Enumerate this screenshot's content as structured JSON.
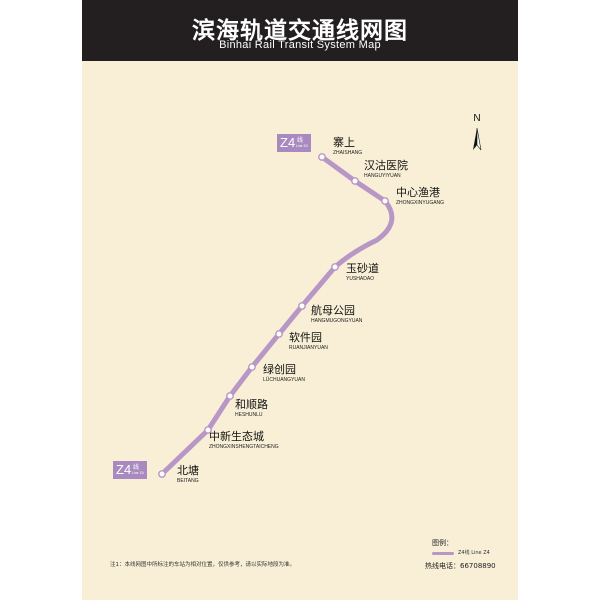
{
  "header": {
    "title_zh": "滨海轨道交通线网图",
    "title_en": "Binhai Rail Transit System Map"
  },
  "compass": {
    "label": "N"
  },
  "line": {
    "color": "#b896c6",
    "badge_color": "#a88ac0",
    "badge_num": "Z4",
    "badge_zh": "线",
    "badge_en": "Line Z4"
  },
  "stations": [
    {
      "zh": "寨上",
      "en": "ZHAISHANG"
    },
    {
      "zh": "汉沽医院",
      "en": "HANGUYIYUAN"
    },
    {
      "zh": "中心渔港",
      "en": "ZHONGXINYUGANG"
    },
    {
      "zh": "玉砂道",
      "en": "YUSHADAO"
    },
    {
      "zh": "航母公园",
      "en": "HANGMUGONGYUAN"
    },
    {
      "zh": "软件园",
      "en": "RUANJIANYUAN"
    },
    {
      "zh": "绿创园",
      "en": "LÜCHUANGYUAN"
    },
    {
      "zh": "和顺路",
      "en": "HESHUNLU"
    },
    {
      "zh": "中新生态城",
      "en": "ZHONGXINSHENGTAICHENG"
    },
    {
      "zh": "北塘",
      "en": "BEITANG"
    }
  ],
  "legend": {
    "title": "图例：",
    "item_label": "Z4线 Line Z4",
    "hotline": "热线电话：66708890"
  },
  "note": "注1：本线网图中所标注的车站为相对位置，仅供参考，请以实际地段为准。"
}
